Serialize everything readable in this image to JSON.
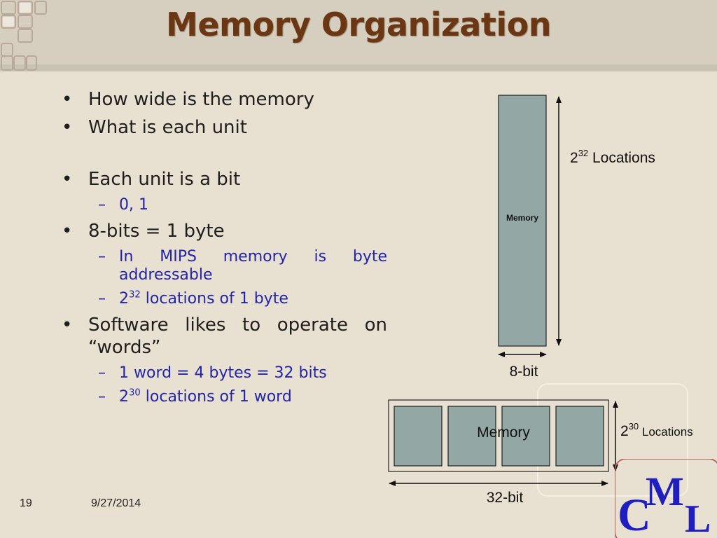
{
  "slide": {
    "title": "Memory Organization",
    "bullets": {
      "b1": "How wide is the memory",
      "b2": "What is each unit",
      "b3": "Each unit is a bit",
      "b3_sub1": "0, 1",
      "b4": "8-bits = 1 byte",
      "b4_sub1": "In MIPS memory is byte addressable",
      "b4_sub2_base": "2",
      "b4_sub2_exp": "32",
      "b4_sub2_rest": " locations of 1 byte",
      "b5": "Software likes to operate on “words”",
      "b5_sub1": "1 word = 4 bytes = 32 bits",
      "b5_sub2_base": "2",
      "b5_sub2_exp": "30",
      "b5_sub2_rest": " locations of 1 word"
    },
    "diagram_top": {
      "block_label": "Memory",
      "loc_base": "2",
      "loc_exp": "32",
      "loc_text": " Locations",
      "width_label": "8-bit"
    },
    "diagram_bottom": {
      "block_label": "Memory",
      "loc_base": "2",
      "loc_exp": "30",
      "loc_text": " Locations",
      "width_label": "32-bit"
    },
    "footer": {
      "slide_number": "19",
      "date": "9/27/2014"
    },
    "logo": {
      "letters": "CML"
    },
    "colors": {
      "title": "#6b3613",
      "sub_bullet": "#2324a8",
      "memory_fill": "#93a7a5",
      "logo": "#1f1fbf"
    }
  }
}
